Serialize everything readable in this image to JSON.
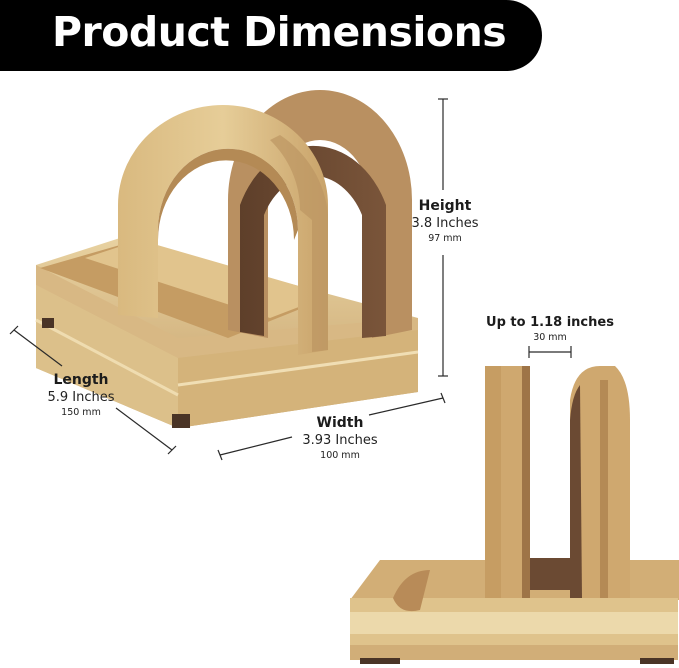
{
  "header": {
    "title": "Product Dimensions"
  },
  "colors": {
    "banner_bg": "#000000",
    "banner_text": "#ffffff",
    "bamboo_light": "#e3c993",
    "bamboo_mid": "#c9a36a",
    "bamboo_dark": "#a57c48",
    "walnut_insert": "#6b4a33",
    "dimension_line": "#2a2a2a"
  },
  "dimensions": {
    "height": {
      "label": "Height",
      "inches": "3.8 Inches",
      "mm": "97 mm"
    },
    "length": {
      "label": "Length",
      "inches": "5.9 Inches",
      "mm": "150 mm"
    },
    "width": {
      "label": "Width",
      "inches": "3.93 Inches",
      "mm": "100 mm"
    },
    "gap": {
      "label": "Up to 1.18 inches",
      "mm": "30 mm"
    }
  },
  "images": {
    "main": "bamboo-laptop-stand-three-quarter-view",
    "detail": "bamboo-laptop-stand-front-view"
  }
}
